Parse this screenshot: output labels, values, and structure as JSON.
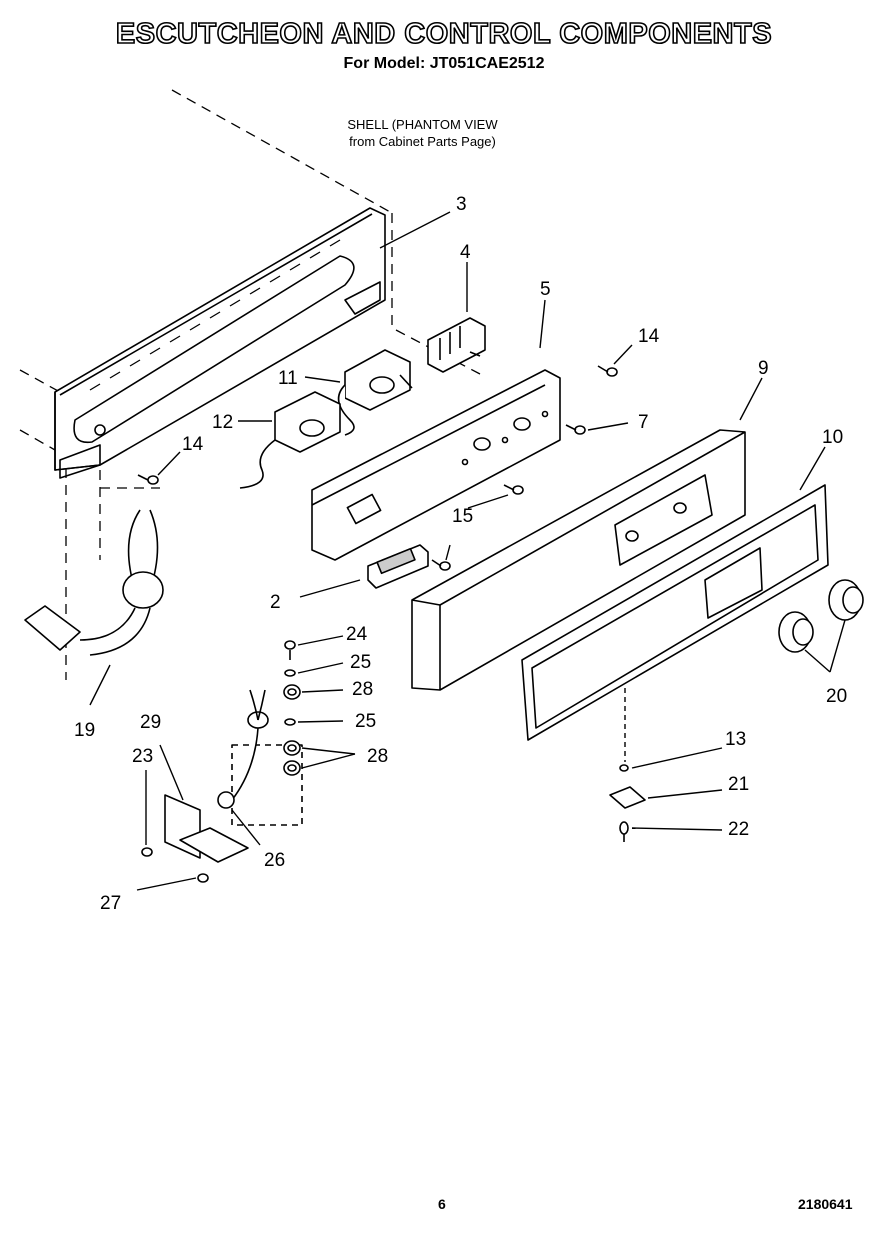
{
  "header": {
    "title": "ESCUTCHEON AND CONTROL COMPONENTS",
    "subtitle": "For Model: JT051CAE2512"
  },
  "note": {
    "line1": "SHELL (PHANTOM VIEW",
    "line2": "from Cabinet Parts Page)"
  },
  "callouts": [
    "3",
    "4",
    "5",
    "14",
    "11",
    "12",
    "14",
    "7",
    "9",
    "10",
    "15",
    "2",
    "24",
    "25",
    "28",
    "25",
    "28",
    "29",
    "23",
    "26",
    "27",
    "19",
    "20",
    "13",
    "21",
    "22"
  ],
  "footer": {
    "page": "6",
    "code": "2180641"
  }
}
